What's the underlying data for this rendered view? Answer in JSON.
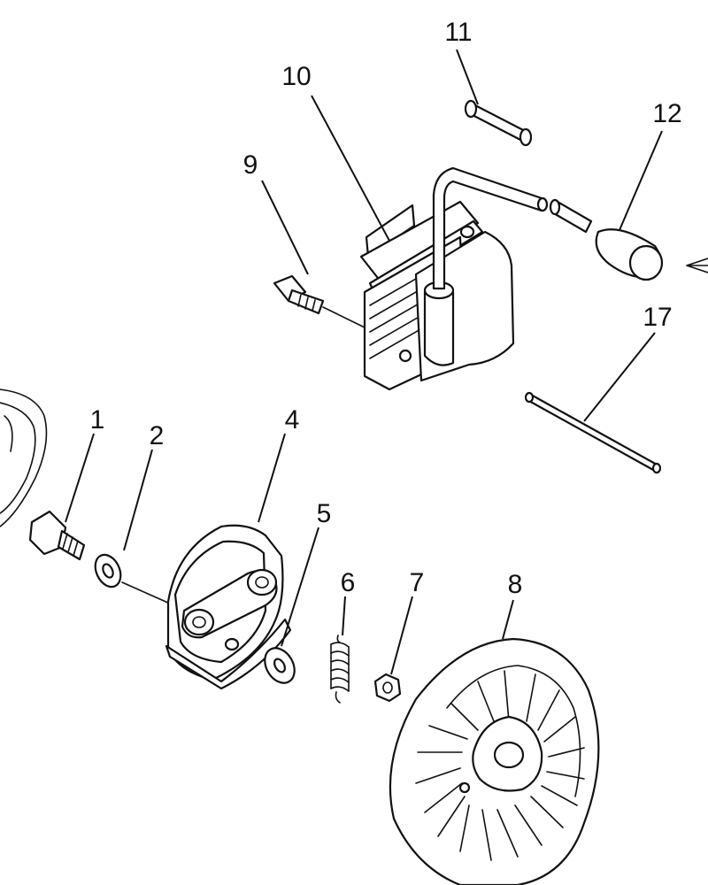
{
  "callouts": {
    "c1": "1",
    "c2": "2",
    "c4": "4",
    "c5": "5",
    "c6": "6",
    "c7": "7",
    "c8": "8",
    "c9": "9",
    "c10": "10",
    "c11": "11",
    "c12": "12",
    "c17": "17"
  },
  "colors": {
    "line": "#111111",
    "background": "#ffffff"
  }
}
